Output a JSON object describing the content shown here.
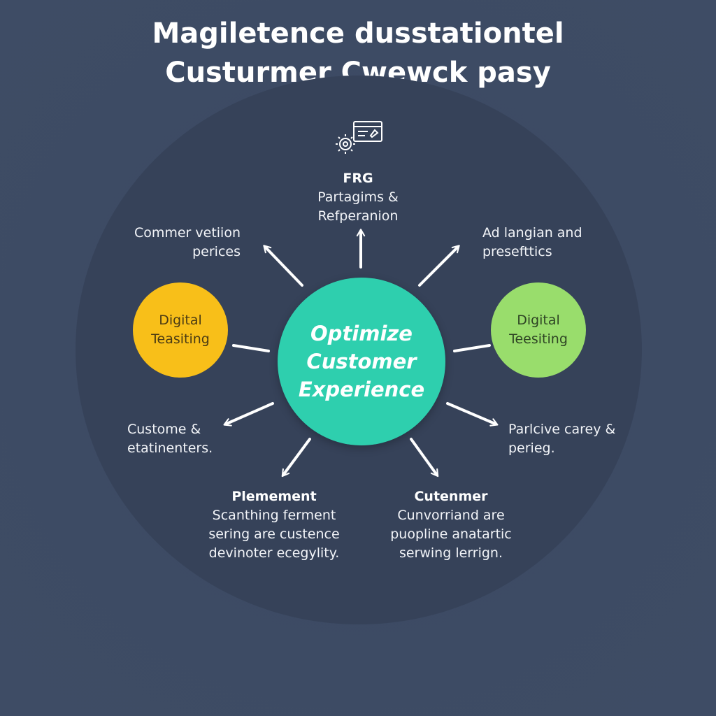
{
  "title": {
    "line1": "Magiletence dusstationtel",
    "line2": "Custurmer Cwewck pasy"
  },
  "center": {
    "line1": "Optimize",
    "line2": "Customer",
    "line3": "Experience",
    "color": "#2ecfae"
  },
  "left_circle": {
    "line1": "Digital",
    "line2": "Teasiting",
    "color": "#f8bf19"
  },
  "right_circle": {
    "line1": "Digital",
    "line2": "Teesiting",
    "color": "#99dd6c"
  },
  "top_node": {
    "icon": "gear-and-browser-icon",
    "heading": "FRG",
    "line1": "Partagims &",
    "line2": "Refperanion"
  },
  "top_left_node": {
    "line1": "Commer vetiion",
    "line2": "perices"
  },
  "top_right_node": {
    "line1": "Ad langian and",
    "line2": "presefttics"
  },
  "mid_left_node": {
    "line1": "Custome &",
    "line2": "etatinenters."
  },
  "mid_right_node": {
    "line1": "Parlcive carey &",
    "line2": "perieg."
  },
  "bottom_left_node": {
    "heading": "Plemement",
    "line1": "Scanthing ferment",
    "line2": "sering are custence",
    "line3": "devinoter ecegylity."
  },
  "bottom_right_node": {
    "heading": "Cutenmer",
    "line1": "Cunvorriand are",
    "line2": "puopline anatartic",
    "line3": "serwing lerrign."
  },
  "colors": {
    "background": "#3d4b63",
    "disc": "#364259",
    "arrow": "#ffffff"
  }
}
